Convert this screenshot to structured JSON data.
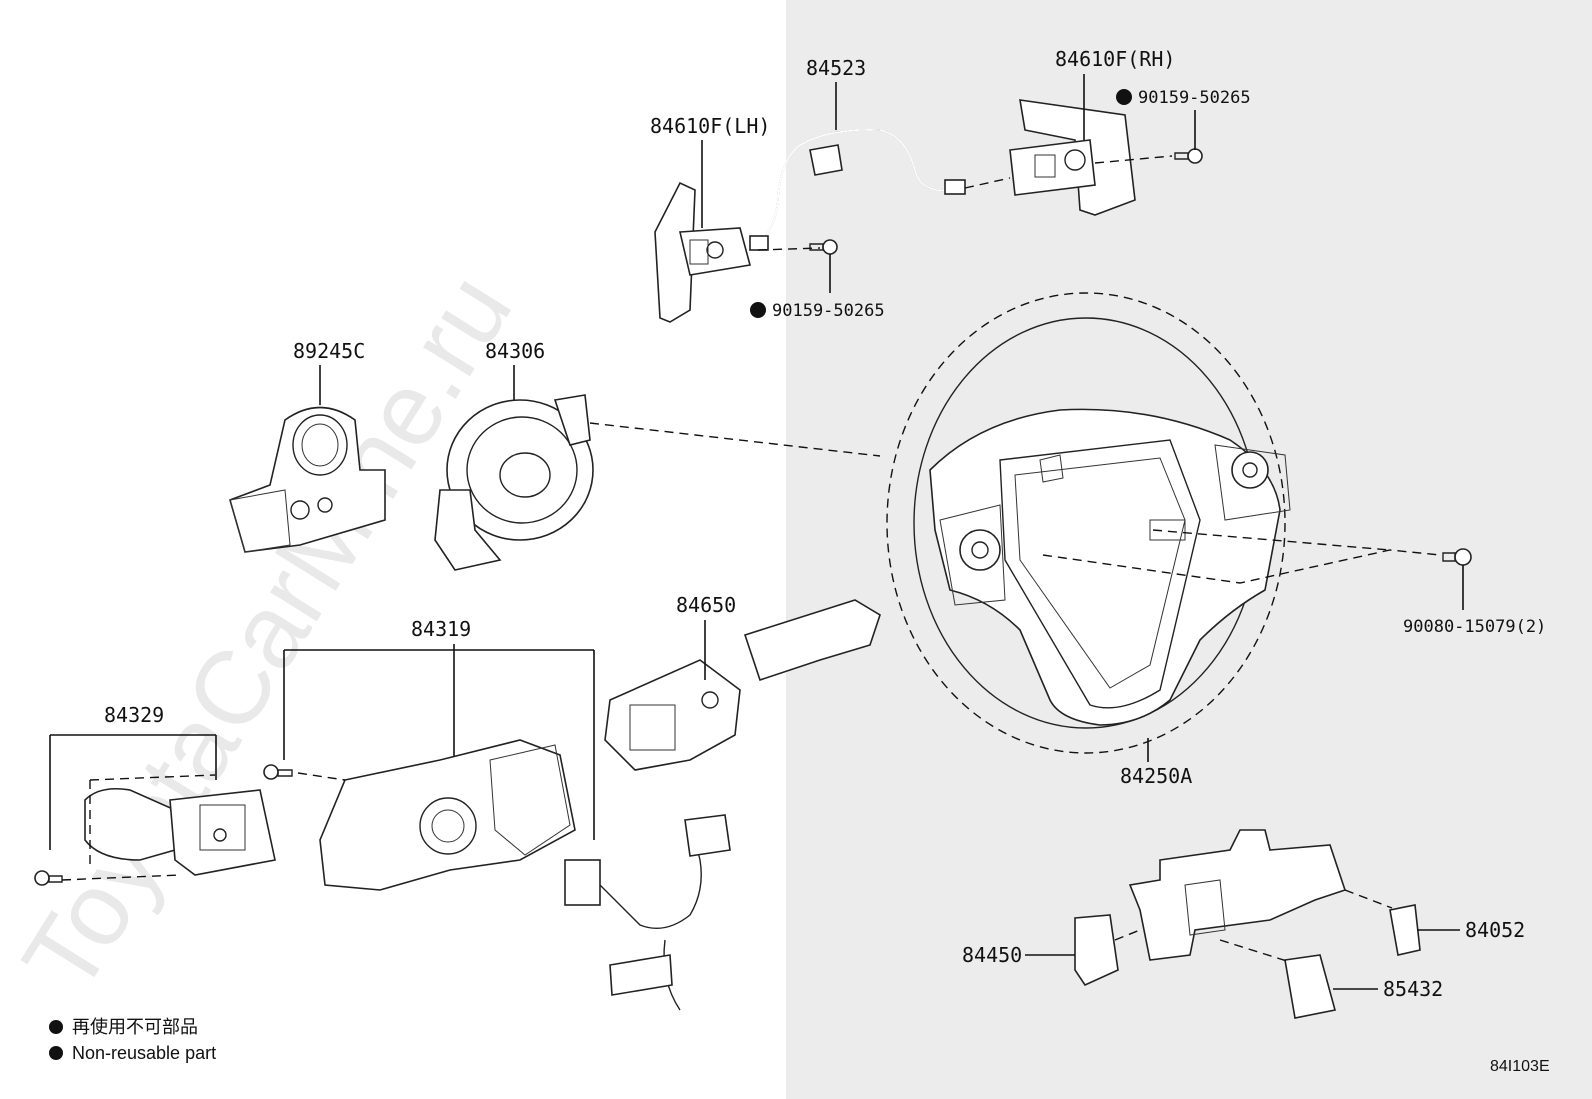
{
  "watermark": "ToyotaCarMine.ru",
  "parts": {
    "p84523": "84523",
    "p84610f_rh": "84610F(RH)",
    "p84610f_lh": "84610F(LH)",
    "bolt_rh": "90159-50265",
    "bolt_lh": "90159-50265",
    "p89245c": "89245C",
    "p84306": "84306",
    "p84650": "84650",
    "p84319": "84319",
    "p84329": "84329",
    "p90080": "90080-15079(2)",
    "p84250a": "84250A",
    "p84052": "84052",
    "p84450": "84450",
    "p85432": "85432"
  },
  "legend": {
    "line1": "再使用不可部品",
    "line2": "Non-reusable part"
  },
  "diagram_code": "84I103E",
  "colors": {
    "right_panel": "#ececec",
    "ink": "#111111"
  }
}
